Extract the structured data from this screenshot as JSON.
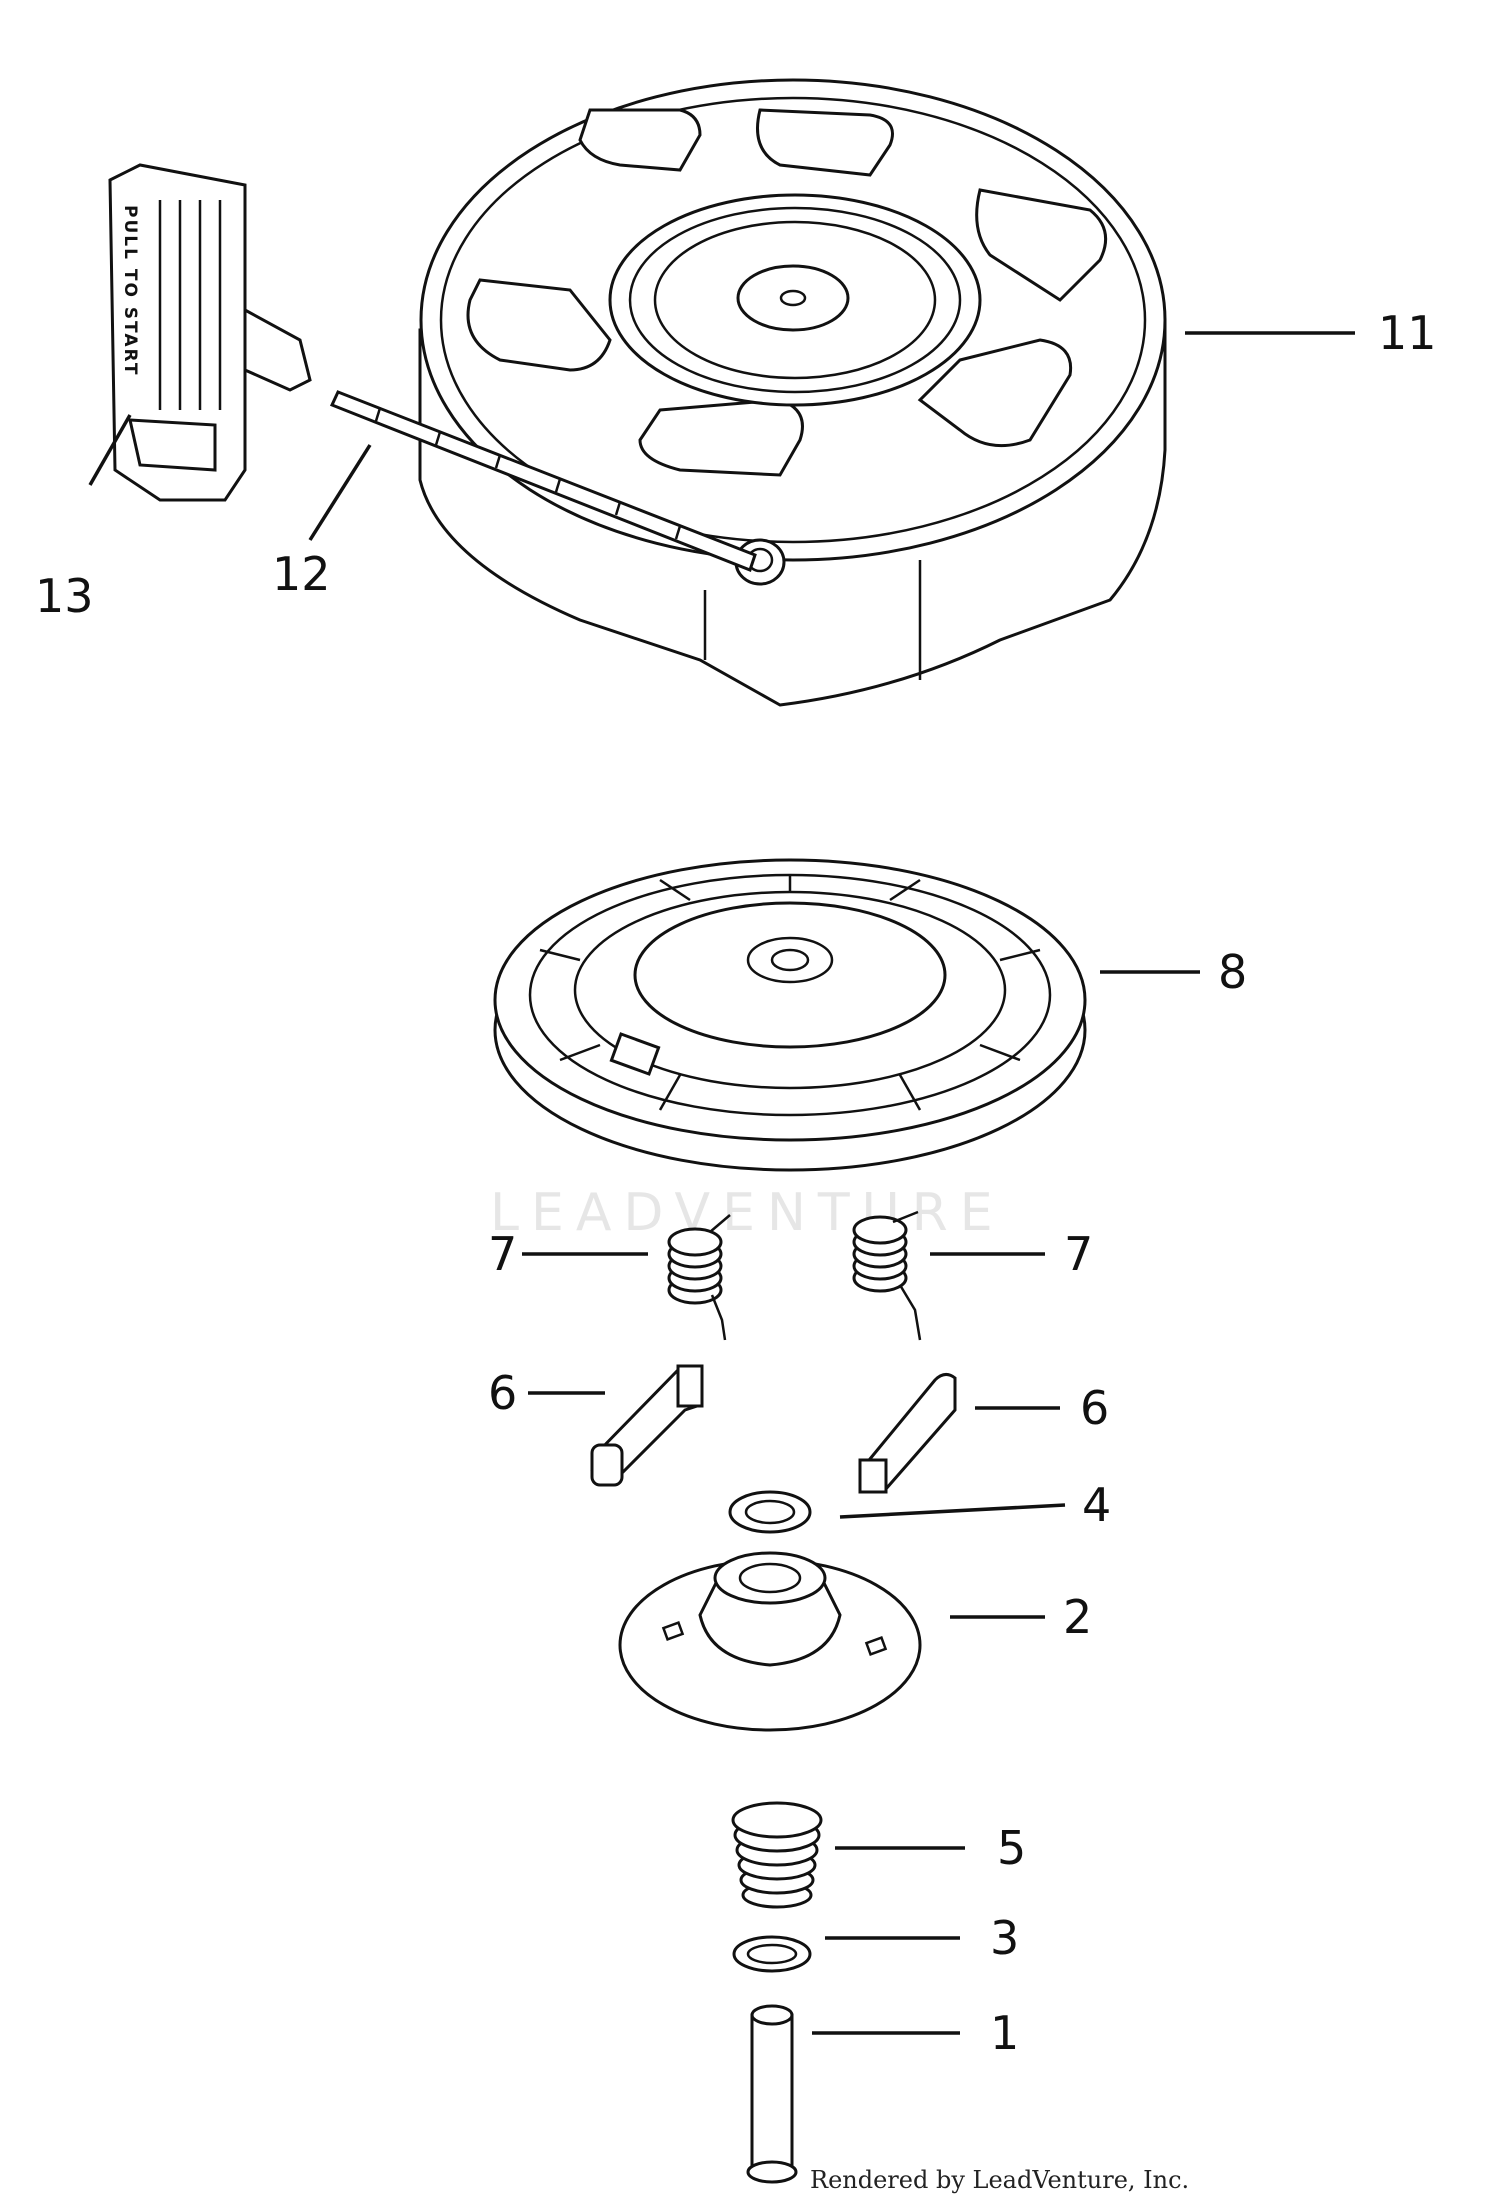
{
  "callouts": [
    {
      "id": "11",
      "text": "11"
    },
    {
      "id": "13",
      "text": "13"
    },
    {
      "id": "12",
      "text": "12"
    },
    {
      "id": "8",
      "text": "8"
    },
    {
      "id": "7a",
      "text": "7"
    },
    {
      "id": "7b",
      "text": "7"
    },
    {
      "id": "6a",
      "text": "6"
    },
    {
      "id": "6b",
      "text": "6"
    },
    {
      "id": "4",
      "text": "4"
    },
    {
      "id": "2",
      "text": "2"
    },
    {
      "id": "5",
      "text": "5"
    },
    {
      "id": "3",
      "text": "3"
    },
    {
      "id": "1",
      "text": "1"
    }
  ],
  "handle_text": "PULL TO START",
  "watermark": "LEADVENTURE",
  "credit": "Rendered by LeadVenture, Inc."
}
